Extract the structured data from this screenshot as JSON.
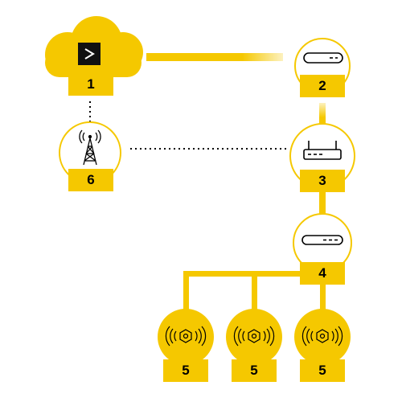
{
  "colors": {
    "accent": "#F5C800",
    "line": "#000000"
  },
  "nodes": [
    {
      "id": "node-1",
      "label": "1",
      "shape": "cloud",
      "icon": "chevron-right-icon"
    },
    {
      "id": "node-2",
      "label": "2",
      "shape": "circle",
      "icon": "modem-icon"
    },
    {
      "id": "node-3",
      "label": "3",
      "shape": "circle",
      "icon": "router-icon"
    },
    {
      "id": "node-4",
      "label": "4",
      "shape": "circle",
      "icon": "switch-icon"
    },
    {
      "id": "node-5a",
      "label": "5",
      "shape": "circle",
      "icon": "access-point-icon"
    },
    {
      "id": "node-5b",
      "label": "5",
      "shape": "circle",
      "icon": "access-point-icon"
    },
    {
      "id": "node-5c",
      "label": "5",
      "shape": "circle",
      "icon": "access-point-icon"
    },
    {
      "id": "node-6",
      "label": "6",
      "shape": "circle",
      "icon": "cell-tower-icon"
    }
  ],
  "links": [
    {
      "from": "node-1",
      "to": "node-2",
      "style": "solid-gradient"
    },
    {
      "from": "node-1",
      "to": "node-6",
      "style": "dotted"
    },
    {
      "from": "node-6",
      "to": "node-3",
      "style": "dotted"
    },
    {
      "from": "node-2",
      "to": "node-3",
      "style": "solid-gradient"
    },
    {
      "from": "node-3",
      "to": "node-4",
      "style": "solid"
    },
    {
      "from": "node-4",
      "to": "node-5a",
      "style": "solid"
    },
    {
      "from": "node-4",
      "to": "node-5b",
      "style": "solid"
    },
    {
      "from": "node-4",
      "to": "node-5c",
      "style": "solid"
    }
  ]
}
